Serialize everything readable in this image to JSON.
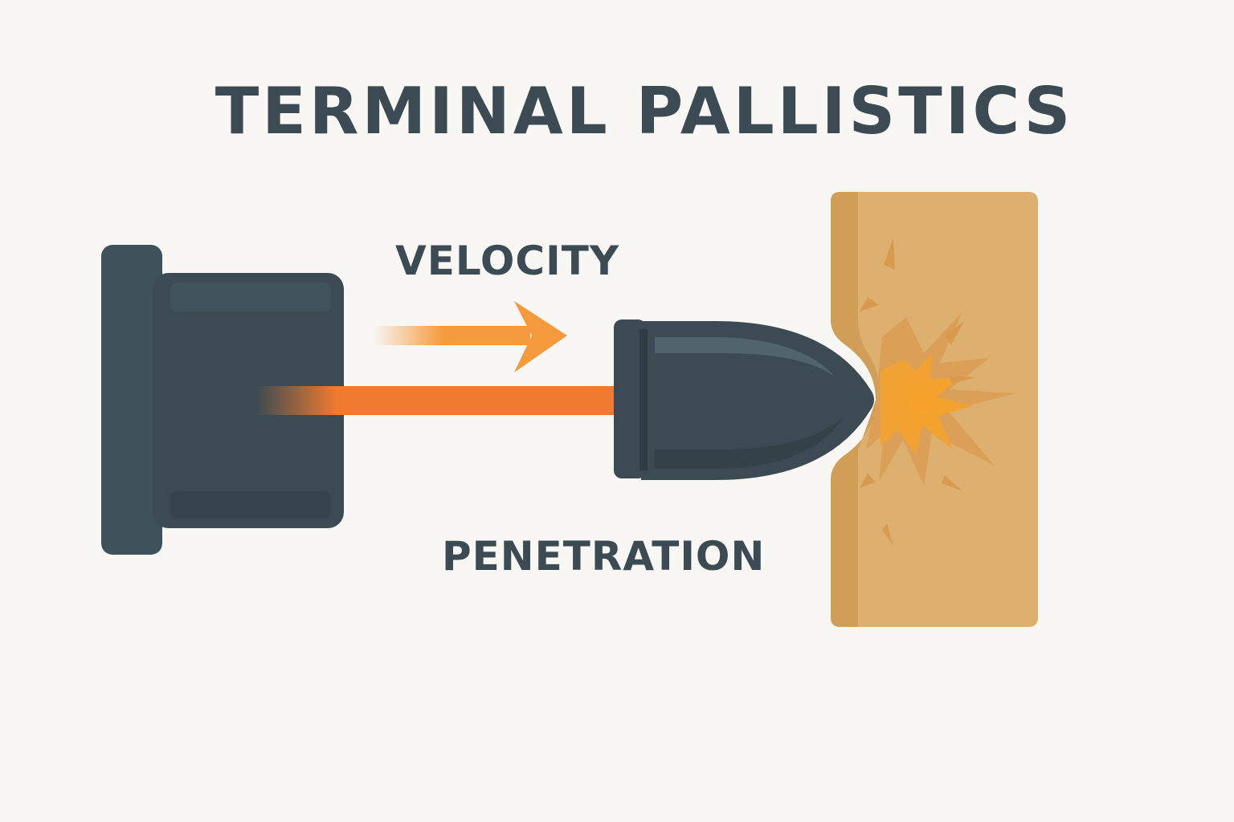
{
  "diagram": {
    "title": "TERMINAL PALLISTICS",
    "labels": {
      "velocity": "VELOCITY",
      "penetration": "PENETRATION"
    },
    "colors": {
      "background": "#f8f7f4",
      "dark_slate": "#3b4a53",
      "orange": "#f07a30",
      "light_orange": "#f59a3c",
      "target_tan": "#ddb06f",
      "impact_yellow": "#f5a623"
    },
    "icons": {
      "barrel": "barrel-icon",
      "bullet": "bullet-icon",
      "target": "target-block-icon",
      "impact": "impact-burst-icon",
      "arrow": "velocity-arrow-icon"
    }
  }
}
